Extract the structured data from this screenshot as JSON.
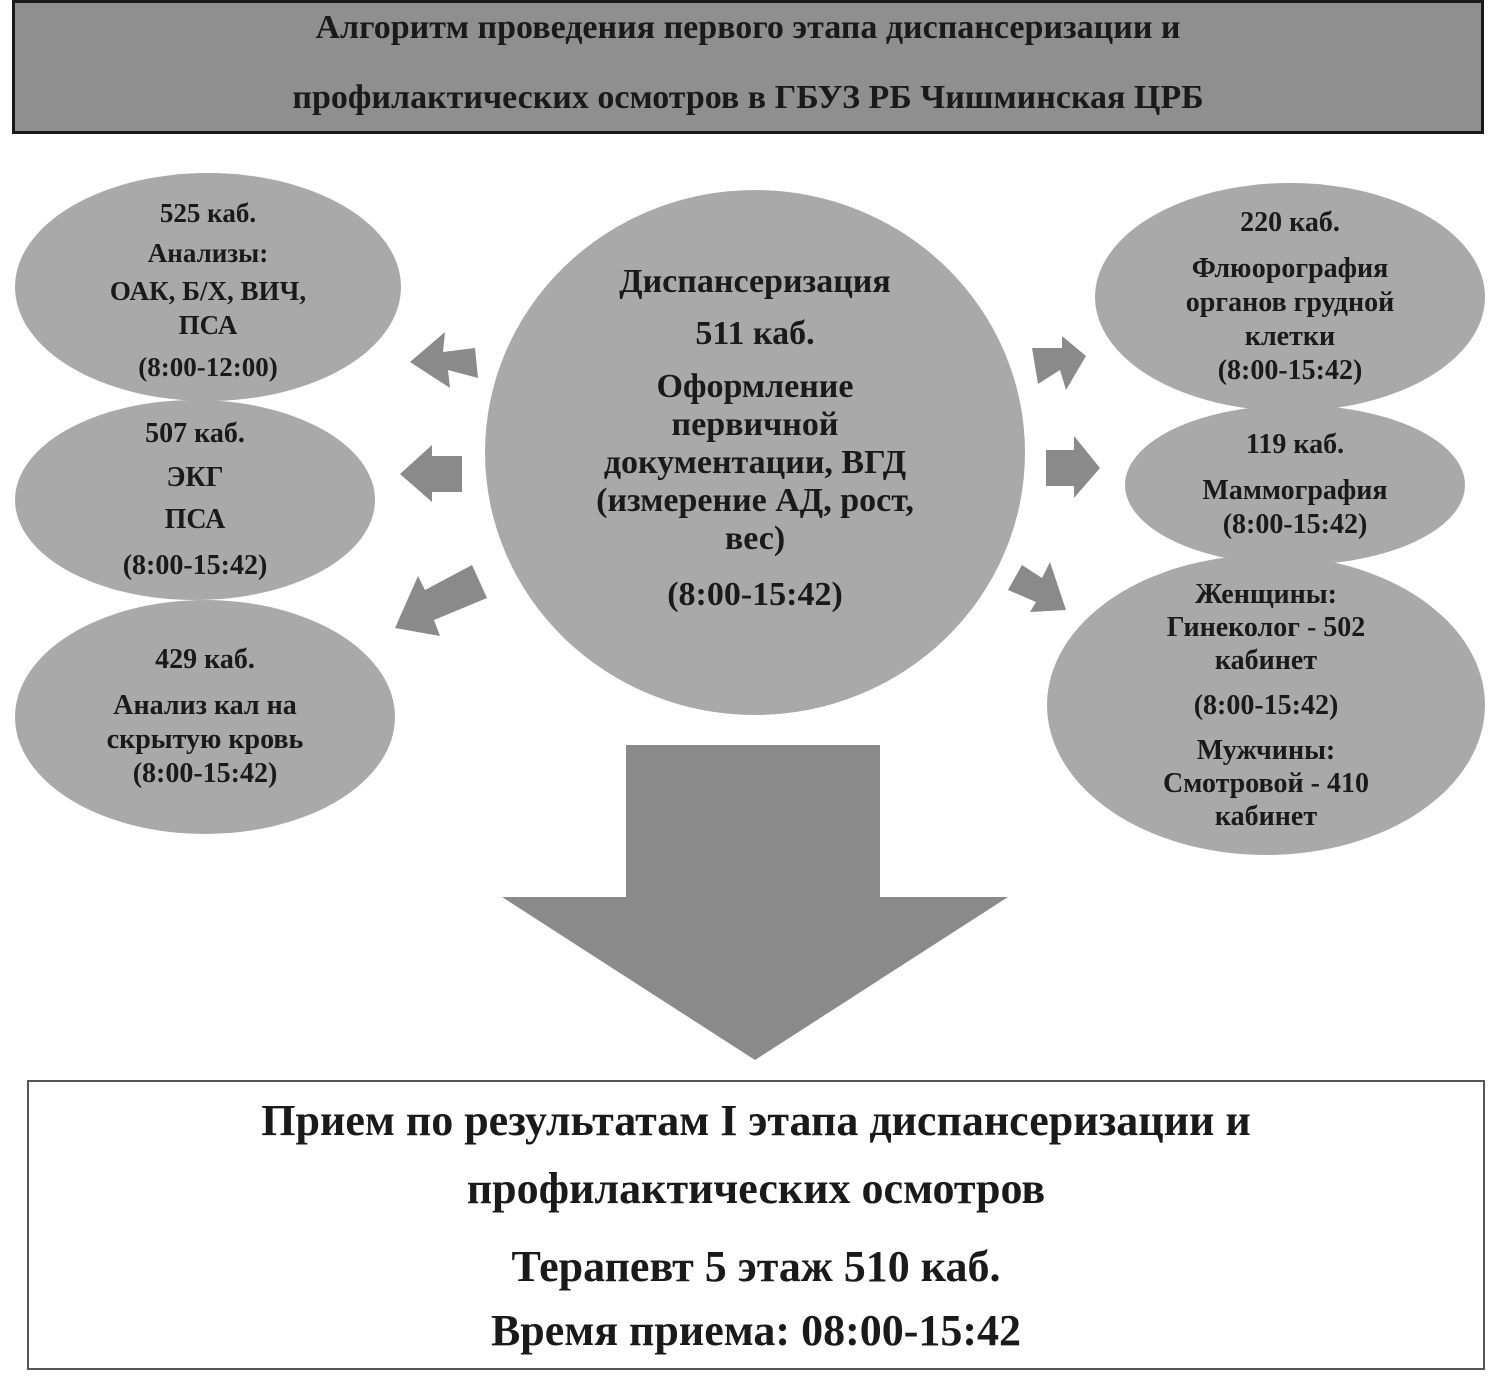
{
  "header": {
    "line1": "Алгоритм проведения первого этапа диспансеризации и",
    "line2": "профилактических осмотров в ГБУЗ РБ Чишминская ЦРБ"
  },
  "center": {
    "title": "Диспансеризация",
    "room": "511 каб.",
    "desc1": "Оформление",
    "desc2": "первичной",
    "desc3": "документации, ВГД",
    "desc4": "(измерение АД,  рост,",
    "desc5": "вес)",
    "hours": "(8:00-15:42)"
  },
  "left": {
    "analyses": {
      "room": "525 каб.",
      "title": "Анализы:",
      "line1": "ОАК, Б/Х, ВИЧ,",
      "line2": "ПСА",
      "hours": "(8:00-12:00)"
    },
    "ecg": {
      "room": "507 каб.",
      "line1": "ЭКГ",
      "line2": "ПСА",
      "hours": "(8:00-15:42)"
    },
    "stool": {
      "room": "429 каб.",
      "line1": "Анализ кал на",
      "line2": "скрытую  кровь",
      "hours": "(8:00-15:42)"
    }
  },
  "right": {
    "fluoro": {
      "room": "220 каб.",
      "line1": "Флюорография",
      "line2": "органов грудной",
      "line3": "клетки",
      "hours": "(8:00-15:42)"
    },
    "mammo": {
      "room": "119 каб.",
      "line1": "Маммография",
      "hours": "(8:00-15:42)"
    },
    "gyn": {
      "women": "Женщины:",
      "women1": "Гинеколог - 502",
      "women2": "кабинет",
      "hours": "(8:00-15:42)",
      "men": "Мужчины:",
      "men1": "Смотровой - 410",
      "men2": "кабинет"
    }
  },
  "result": {
    "line1": "Прием по результатам  I этапа диспансеризации и",
    "line2": "профилактических осмотров",
    "line3": "Терапевт  5 этаж 510 каб.",
    "line4": "Время приема: 08:00-15:42"
  },
  "colors": {
    "header_bg": "#8f8f8f",
    "shape_fill": "#a9a9a9",
    "arrow_fill": "#8a8a8a"
  }
}
